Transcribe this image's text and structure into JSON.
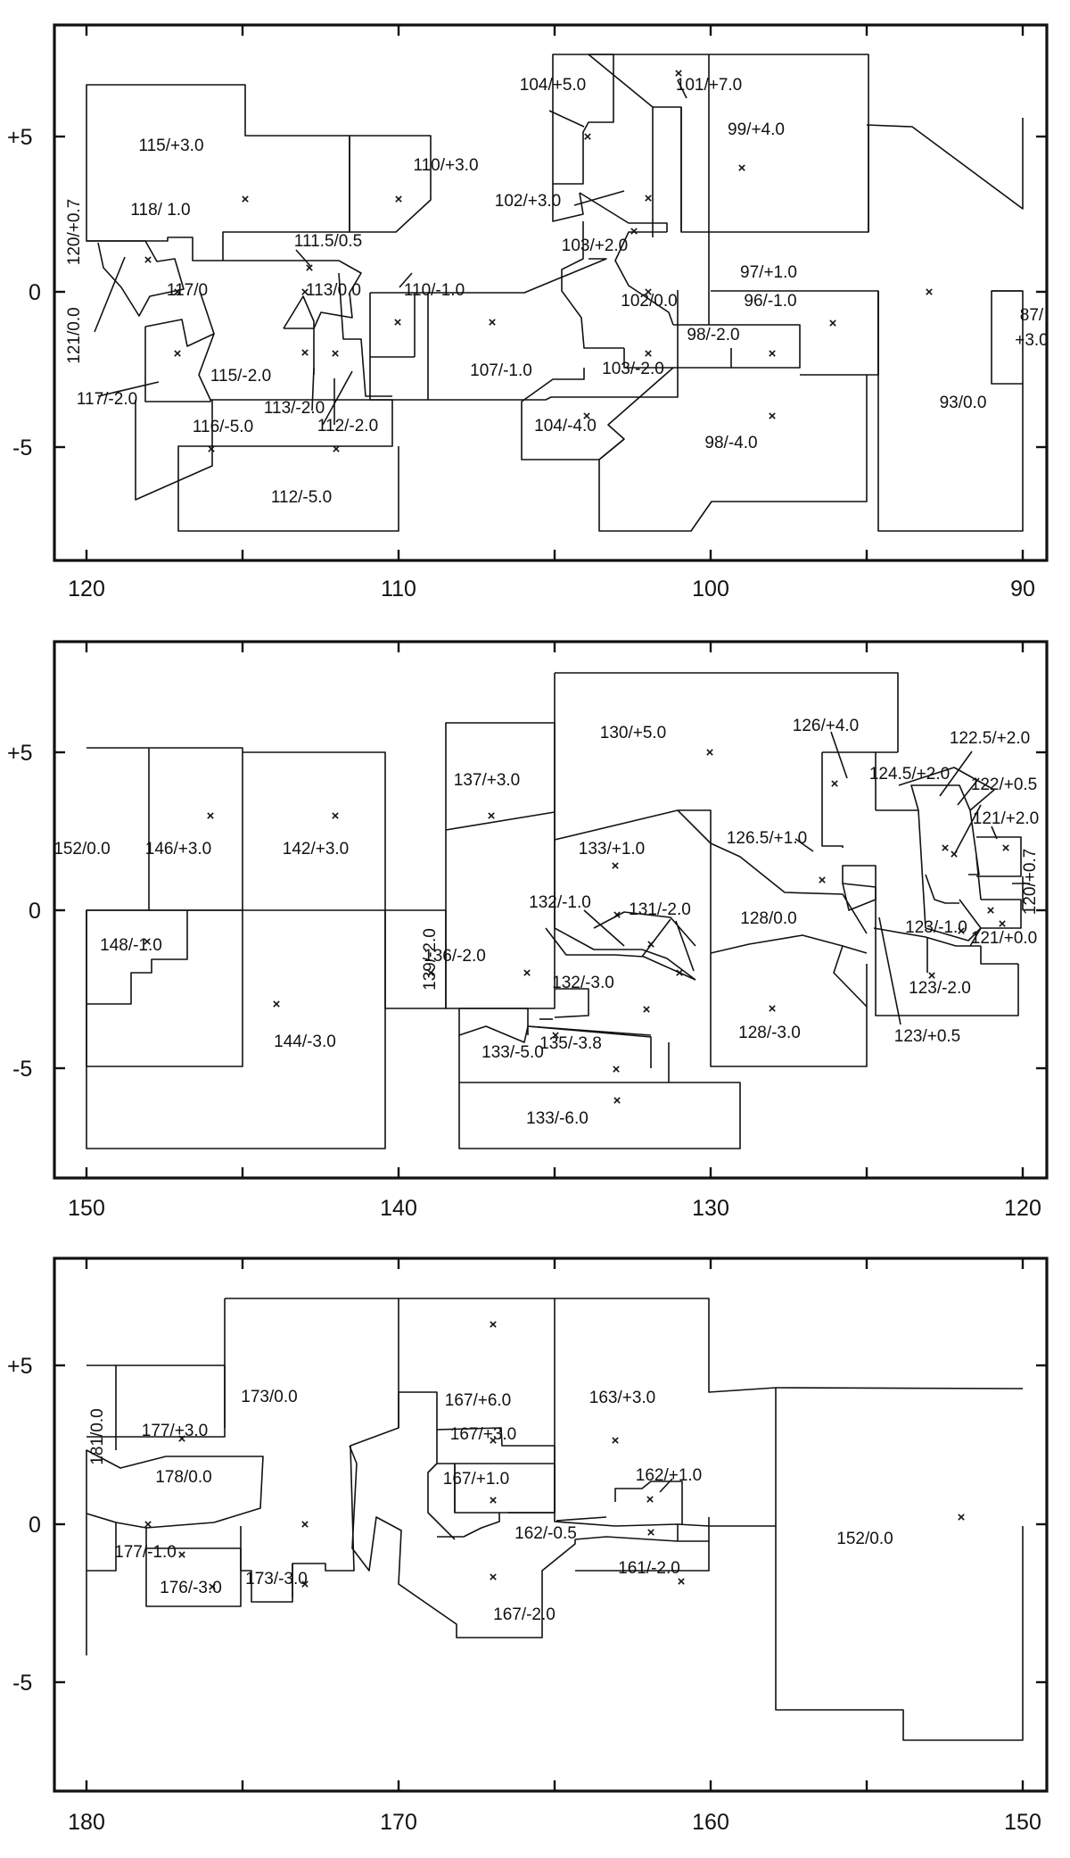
{
  "panels": [
    {
      "id": "p1",
      "x_axis": {
        "ticks": [
          120,
          110,
          100,
          90
        ]
      },
      "y_axis": {
        "ticks": [
          "+5",
          "0",
          "-5"
        ]
      },
      "regions": [
        {
          "label": "104/+5.0",
          "tilt": 0
        },
        {
          "label": "101/+7.0",
          "tilt": 0
        },
        {
          "label": "115/+3.0",
          "tilt": 0
        },
        {
          "label": "110/+3.0",
          "tilt": 0
        },
        {
          "label": "99/+4.0",
          "tilt": 0
        },
        {
          "label": "102/+3.0",
          "tilt": 0
        },
        {
          "label": "118/ 1.0",
          "tilt": 0
        },
        {
          "label": "120/+0.7",
          "tilt": -90
        },
        {
          "label": "111.5/0.5",
          "tilt": 0
        },
        {
          "label": "103/+2.0",
          "tilt": 0
        },
        {
          "label": "97/+1.0",
          "tilt": 0
        },
        {
          "label": "117/0",
          "tilt": 0
        },
        {
          "label": "113/0.0",
          "tilt": 0
        },
        {
          "label": "110/-1.0",
          "tilt": 0
        },
        {
          "label": "102/0.0",
          "tilt": 0
        },
        {
          "label": "96/-1.0",
          "tilt": 0
        },
        {
          "label": "121/0.0",
          "tilt": -90
        },
        {
          "label": "87/",
          "tilt": 0
        },
        {
          "label": "+3.0",
          "tilt": 0
        },
        {
          "label": "98/-2.0",
          "tilt": 0
        },
        {
          "label": "115/-2.0",
          "tilt": 0
        },
        {
          "label": "107/-1.0",
          "tilt": 0
        },
        {
          "label": "103/-2.0",
          "tilt": 0
        },
        {
          "label": "117/-2.0",
          "tilt": 0
        },
        {
          "label": "93/0.0",
          "tilt": 0
        },
        {
          "label": "113/-2.0",
          "tilt": 0
        },
        {
          "label": "112/-2.0",
          "tilt": 0
        },
        {
          "label": "116/-5.0",
          "tilt": 0
        },
        {
          "label": "104/-4.0",
          "tilt": 0
        },
        {
          "label": "98/-4.0",
          "tilt": 0
        },
        {
          "label": "112/-5.0",
          "tilt": 0
        }
      ]
    },
    {
      "id": "p2",
      "x_axis": {
        "ticks": [
          150,
          140,
          130,
          120
        ]
      },
      "y_axis": {
        "ticks": [
          "+5",
          "0",
          "-5"
        ]
      },
      "regions": [
        {
          "label": "130/+5.0",
          "tilt": 0
        },
        {
          "label": "126/+4.0",
          "tilt": 0
        },
        {
          "label": "122.5/+2.0",
          "tilt": 0
        },
        {
          "label": "137/+3.0",
          "tilt": 0
        },
        {
          "label": "124.5/+2.0",
          "tilt": 0
        },
        {
          "label": "122/+0.5",
          "tilt": 0
        },
        {
          "label": "121/+2.0",
          "tilt": 0
        },
        {
          "label": "152/0.0",
          "tilt": 0
        },
        {
          "label": "146/+3.0",
          "tilt": 0
        },
        {
          "label": "142/+3.0",
          "tilt": 0
        },
        {
          "label": "133/+1.0",
          "tilt": 0
        },
        {
          "label": "126.5/+1.0",
          "tilt": 0
        },
        {
          "label": "120/+0.7",
          "tilt": -90
        },
        {
          "label": "132/-1.0",
          "tilt": 0
        },
        {
          "label": "131/-2.0",
          "tilt": 0
        },
        {
          "label": "128/0.0",
          "tilt": 0
        },
        {
          "label": "123/-1.0",
          "tilt": 0
        },
        {
          "label": "148/-1.0",
          "tilt": 0
        },
        {
          "label": "121/+0.0",
          "tilt": 0
        },
        {
          "label": "139/-2.0",
          "tilt": -90
        },
        {
          "label": "136/-2.0",
          "tilt": 0
        },
        {
          "label": "132/-3.0",
          "tilt": 0
        },
        {
          "label": "123/-2.0",
          "tilt": 0
        },
        {
          "label": "144/-3.0",
          "tilt": 0
        },
        {
          "label": "128/-3.0",
          "tilt": 0
        },
        {
          "label": "123/+0.5",
          "tilt": 0
        },
        {
          "label": "135/-3.8",
          "tilt": 0
        },
        {
          "label": "133/-5.0",
          "tilt": 0
        },
        {
          "label": "133/-6.0",
          "tilt": 0
        }
      ]
    },
    {
      "id": "p3",
      "x_axis": {
        "ticks": [
          180,
          170,
          160,
          150
        ]
      },
      "y_axis": {
        "ticks": [
          "+5",
          "0",
          "-5"
        ]
      },
      "regions": [
        {
          "label": "167/+6.0",
          "tilt": 0
        },
        {
          "label": "173/0.0",
          "tilt": 0
        },
        {
          "label": "163/+3.0",
          "tilt": 0
        },
        {
          "label": "181/0.0",
          "tilt": -90
        },
        {
          "label": "177/+3.0",
          "tilt": 0
        },
        {
          "label": "167/+3.0",
          "tilt": 0
        },
        {
          "label": "162/+1.0",
          "tilt": 0
        },
        {
          "label": "167/+1.0",
          "tilt": 0
        },
        {
          "label": "178/0.0",
          "tilt": 0
        },
        {
          "label": "152/0.0",
          "tilt": 0
        },
        {
          "label": "162/-0.5",
          "tilt": 0
        },
        {
          "label": "177/-1.0",
          "tilt": 0
        },
        {
          "label": "161/-2.0",
          "tilt": 0
        },
        {
          "label": "173/-3.0",
          "tilt": 0
        },
        {
          "label": "176/-3.0",
          "tilt": 0
        },
        {
          "label": "167/-2.0",
          "tilt": 0
        }
      ]
    }
  ],
  "marker_symbol": "×"
}
